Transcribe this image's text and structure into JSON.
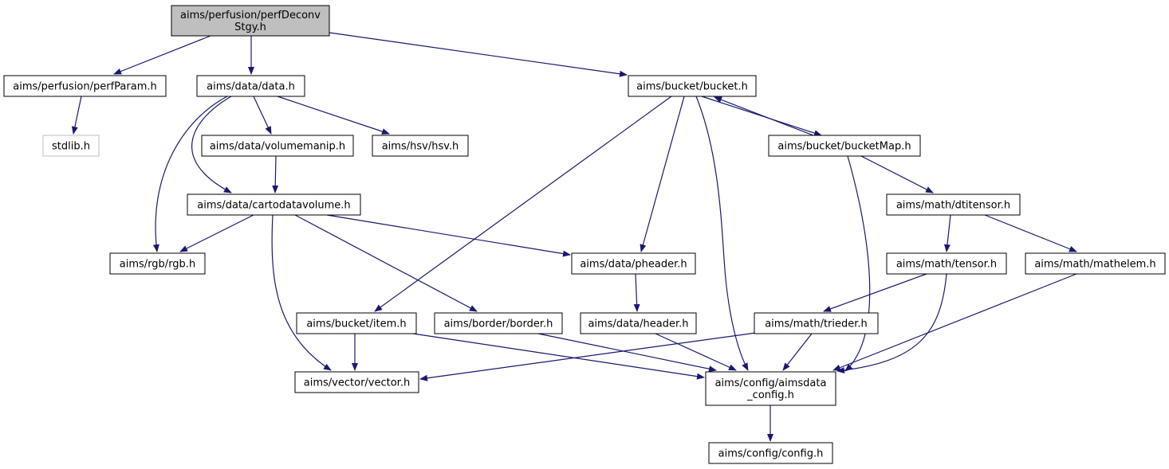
{
  "diagram": {
    "colors": {
      "edge": "#191970",
      "node_border": "#000000",
      "root_fill": "#bfbfbf",
      "node_fill": "#ffffff",
      "missing_border": "#bfbfbf"
    },
    "nodes": [
      {
        "id": "perfDeconvStgy",
        "lines": [
          "aims/perfusion/perfDeconv",
          "Stgy.h"
        ],
        "style": "root"
      },
      {
        "id": "perfParam",
        "lines": [
          "aims/perfusion/perfParam.h"
        ],
        "style": "normal"
      },
      {
        "id": "data",
        "lines": [
          "aims/data/data.h"
        ],
        "style": "normal"
      },
      {
        "id": "bucket",
        "lines": [
          "aims/bucket/bucket.h"
        ],
        "style": "normal"
      },
      {
        "id": "stdlib",
        "lines": [
          "stdlib.h"
        ],
        "style": "missing"
      },
      {
        "id": "volumemanip",
        "lines": [
          "aims/data/volumemanip.h"
        ],
        "style": "normal"
      },
      {
        "id": "hsv",
        "lines": [
          "aims/hsv/hsv.h"
        ],
        "style": "normal"
      },
      {
        "id": "bucketMap",
        "lines": [
          "aims/bucket/bucketMap.h"
        ],
        "style": "normal"
      },
      {
        "id": "cartodatavolume",
        "lines": [
          "aims/data/cartodatavolume.h"
        ],
        "style": "normal"
      },
      {
        "id": "dtitensor",
        "lines": [
          "aims/math/dtitensor.h"
        ],
        "style": "normal"
      },
      {
        "id": "rgb",
        "lines": [
          "aims/rgb/rgb.h"
        ],
        "style": "normal"
      },
      {
        "id": "pheader",
        "lines": [
          "aims/data/pheader.h"
        ],
        "style": "normal"
      },
      {
        "id": "tensor",
        "lines": [
          "aims/math/tensor.h"
        ],
        "style": "normal"
      },
      {
        "id": "mathelem",
        "lines": [
          "aims/math/mathelem.h"
        ],
        "style": "normal"
      },
      {
        "id": "item",
        "lines": [
          "aims/bucket/item.h"
        ],
        "style": "normal"
      },
      {
        "id": "border",
        "lines": [
          "aims/border/border.h"
        ],
        "style": "normal"
      },
      {
        "id": "header",
        "lines": [
          "aims/data/header.h"
        ],
        "style": "normal"
      },
      {
        "id": "trieder",
        "lines": [
          "aims/math/trieder.h"
        ],
        "style": "normal"
      },
      {
        "id": "aimsdata_config",
        "lines": [
          "aims/config/aimsdata",
          "_config.h"
        ],
        "style": "normal"
      },
      {
        "id": "vector",
        "lines": [
          "aims/vector/vector.h"
        ],
        "style": "normal"
      },
      {
        "id": "config",
        "lines": [
          "aims/config/config.h"
        ],
        "style": "normal"
      }
    ],
    "edges": [
      {
        "from": "perfDeconvStgy",
        "to": "perfParam"
      },
      {
        "from": "perfDeconvStgy",
        "to": "data"
      },
      {
        "from": "perfDeconvStgy",
        "to": "bucket"
      },
      {
        "from": "perfParam",
        "to": "stdlib"
      },
      {
        "from": "data",
        "to": "rgb"
      },
      {
        "from": "data",
        "to": "cartodatavolume"
      },
      {
        "from": "data",
        "to": "volumemanip"
      },
      {
        "from": "data",
        "to": "hsv"
      },
      {
        "from": "volumemanip",
        "to": "cartodatavolume"
      },
      {
        "from": "cartodatavolume",
        "to": "rgb"
      },
      {
        "from": "cartodatavolume",
        "to": "vector"
      },
      {
        "from": "cartodatavolume",
        "to": "border"
      },
      {
        "from": "cartodatavolume",
        "to": "pheader"
      },
      {
        "from": "bucket",
        "to": "item"
      },
      {
        "from": "bucket",
        "to": "pheader"
      },
      {
        "from": "bucket",
        "to": "aimsdata_config"
      },
      {
        "from": "bucket",
        "to": "bucketMap"
      },
      {
        "from": "bucketMap",
        "to": "bucket"
      },
      {
        "from": "bucketMap",
        "to": "dtitensor"
      },
      {
        "from": "bucketMap",
        "to": "aimsdata_config"
      },
      {
        "from": "dtitensor",
        "to": "tensor"
      },
      {
        "from": "dtitensor",
        "to": "mathelem"
      },
      {
        "from": "tensor",
        "to": "trieder"
      },
      {
        "from": "tensor",
        "to": "aimsdata_config"
      },
      {
        "from": "mathelem",
        "to": "aimsdata_config"
      },
      {
        "from": "pheader",
        "to": "header"
      },
      {
        "from": "header",
        "to": "aimsdata_config"
      },
      {
        "from": "item",
        "to": "vector"
      },
      {
        "from": "item",
        "to": "aimsdata_config"
      },
      {
        "from": "border",
        "to": "aimsdata_config"
      },
      {
        "from": "trieder",
        "to": "vector"
      },
      {
        "from": "trieder",
        "to": "aimsdata_config"
      },
      {
        "from": "aimsdata_config",
        "to": "config"
      }
    ]
  }
}
